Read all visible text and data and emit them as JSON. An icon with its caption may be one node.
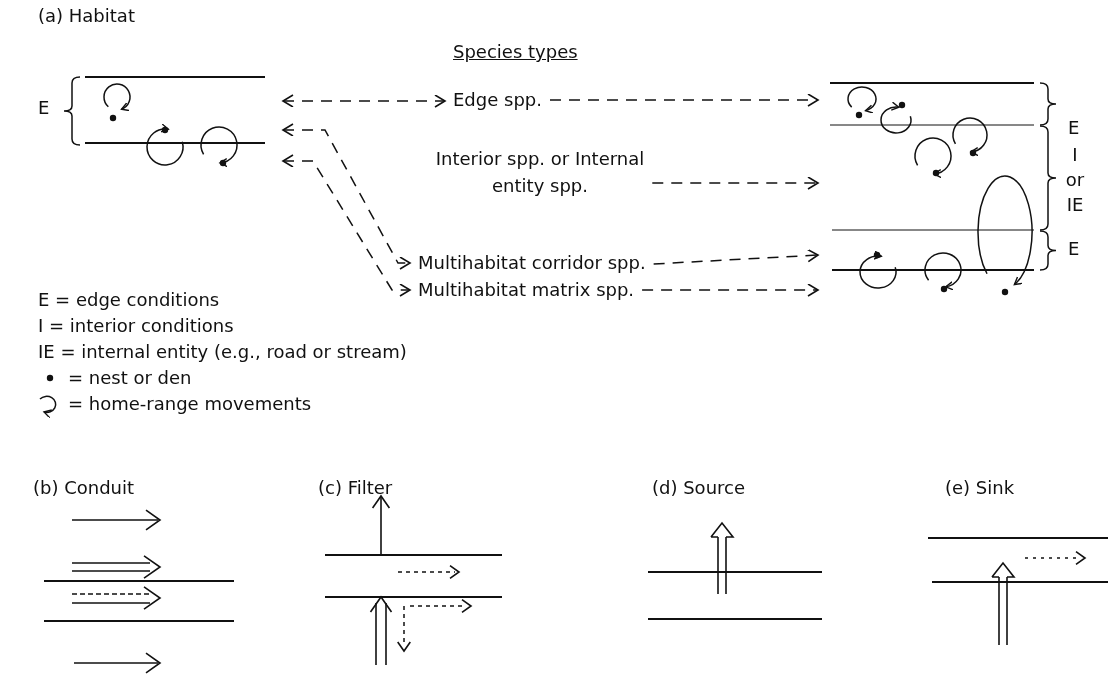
{
  "diagram": {
    "nodes": [
      {
        "text": [],
        "shape": "picture"
      },
      {
        "text": [
          "Edge spp."
        ]
      },
      {
        "text": [
          "Interior spp. or Internal entity spp."
        ]
      },
      {
        "text": [
          "Multihabitat corridor spp."
        ]
      },
      {
        "text": [
          "Multihabitat matrix spp."
        ]
      },
      {
        "text": [],
        "shape": "picture"
      }
    ],
    "edges": [
      {
        "from": 0,
        "to": 1,
        "arrow": "both",
        "style": "dashed"
      },
      {
        "from": 1,
        "to": 5,
        "arrow": "to",
        "style": "dashed"
      },
      {
        "from": 2,
        "to": 5,
        "arrow": "to",
        "style": "dashed"
      },
      {
        "from": 0,
        "to": 3,
        "arrow": "both",
        "style": "dashed"
      },
      {
        "from": 0,
        "to": 4,
        "arrow": "both",
        "style": "dashed"
      },
      {
        "from": 3,
        "to": 5,
        "arrow": "to",
        "style": "dashed"
      },
      {
        "from": 4,
        "to": 5,
        "arrow": "to",
        "style": "dashed"
      }
    ],
    "labels": [
      "(a) Habitat",
      "Species types",
      "E",
      "E",
      "I or IE",
      "E",
      "(b) Conduit",
      "(c) Filter",
      "(d) Source",
      "(e) Sink"
    ],
    "legend": [
      {
        "text": "E = edge conditions"
      },
      {
        "text": "I = interior conditions"
      },
      {
        "text": "IE = internal entity (e.g., road or stream)"
      },
      {
        "text": "= nest or den"
      },
      {
        "text": "= home-range movements"
      }
    ]
  }
}
